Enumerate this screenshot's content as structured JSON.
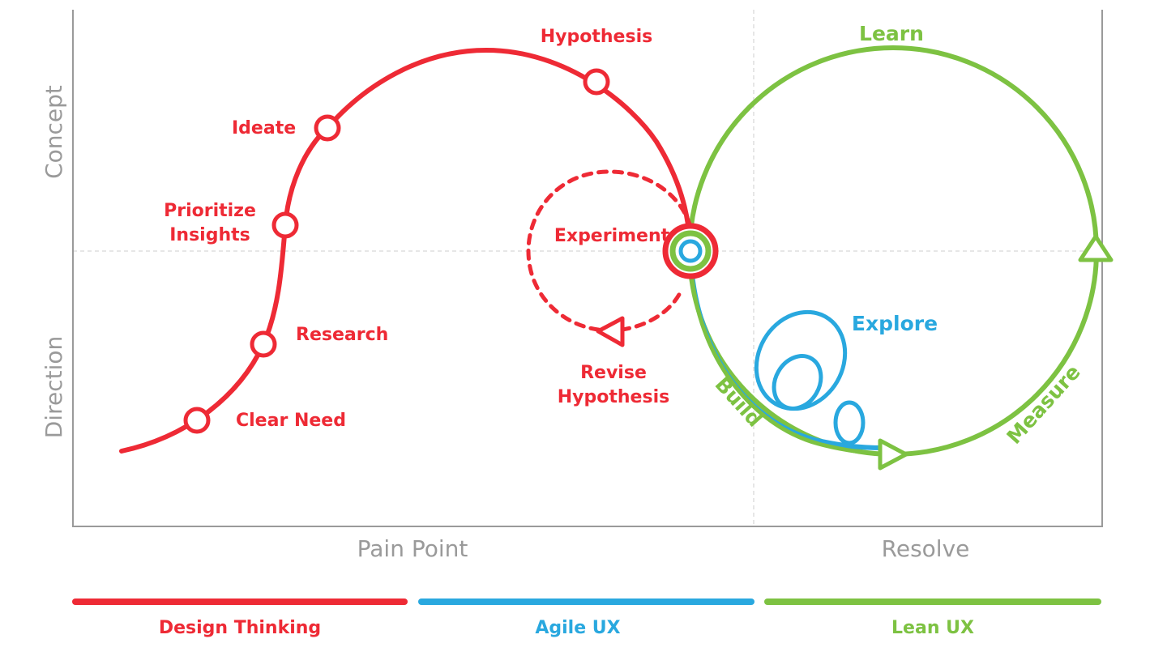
{
  "colors": {
    "design_thinking": "#ee2a35",
    "agile_ux": "#29a8df",
    "lean_ux": "#7dc242",
    "axis": "#9a9a9a",
    "grid": "#d6d6d6"
  },
  "axes": {
    "y_top": "Concept",
    "y_bottom": "Direction",
    "x_left": "Pain Point",
    "x_right": "Resolve"
  },
  "design_thinking_steps": {
    "clear_need": "Clear Need",
    "research": "Research",
    "prioritize_line1": "Prioritize",
    "prioritize_line2": "Insights",
    "ideate": "Ideate",
    "hypothesis": "Hypothesis",
    "experiment": "Experiment",
    "revise_line1": "Revise",
    "revise_line2": "Hypothesis"
  },
  "agile_steps": {
    "explore": "Explore"
  },
  "lean_steps": {
    "learn": "Learn",
    "build": "Build",
    "measure": "Measure"
  },
  "legend": [
    {
      "label": "Design Thinking",
      "color": "#ee2a35"
    },
    {
      "label": "Agile UX",
      "color": "#29a8df"
    },
    {
      "label": "Lean UX",
      "color": "#7dc242"
    }
  ]
}
